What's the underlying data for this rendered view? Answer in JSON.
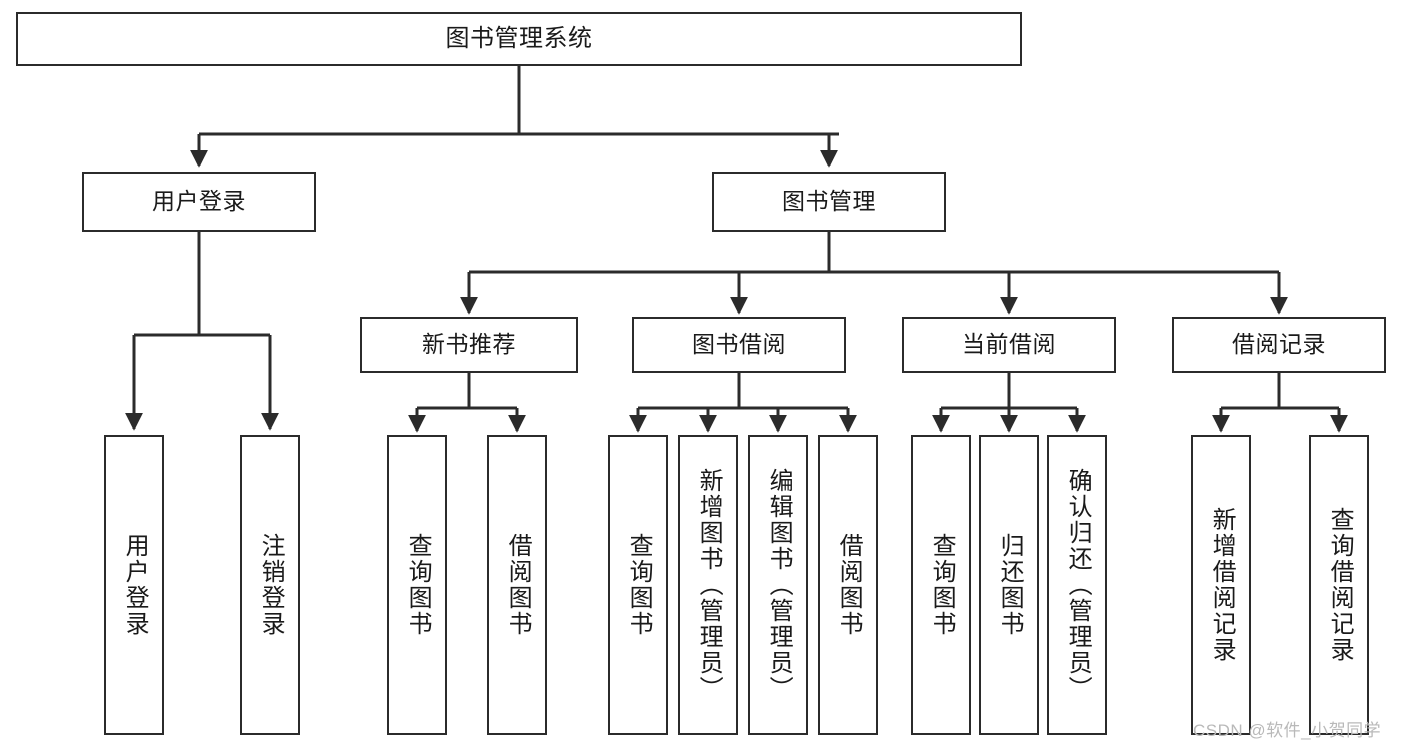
{
  "diagram": {
    "title": "图书管理系统",
    "type": "tree-hierarchy-chart",
    "root": {
      "label": "图书管理系统"
    },
    "level1": [
      {
        "label": "用户登录"
      },
      {
        "label": "图书管理"
      }
    ],
    "level2": [
      {
        "label": "新书推荐"
      },
      {
        "label": "图书借阅"
      },
      {
        "label": "当前借阅"
      },
      {
        "label": "借阅记录"
      }
    ],
    "leaves": {
      "user_login": [
        {
          "label": "用户登录"
        },
        {
          "label": "注销登录"
        }
      ],
      "new_book_recommend": [
        {
          "label": "查询图书"
        },
        {
          "label": "借阅图书"
        }
      ],
      "book_borrow": [
        {
          "label": "查询图书"
        },
        {
          "label": "新增图书（管理员）"
        },
        {
          "label": "编辑图书（管理员）"
        },
        {
          "label": "借阅图书"
        }
      ],
      "current_borrow": [
        {
          "label": "查询图书"
        },
        {
          "label": "归还图书"
        },
        {
          "label": "确认归还（管理员）"
        }
      ],
      "borrow_records": [
        {
          "label": "新增借阅记录"
        },
        {
          "label": "查询借阅记录"
        }
      ]
    }
  },
  "watermark": {
    "text": "CSDN @软件_小贺同学"
  },
  "colors": {
    "stroke": "#2b2b2b",
    "box_fill": "#ffffff",
    "text": "#1a1a1a",
    "watermark": "#b9b9b9",
    "background": "#ffffff"
  }
}
